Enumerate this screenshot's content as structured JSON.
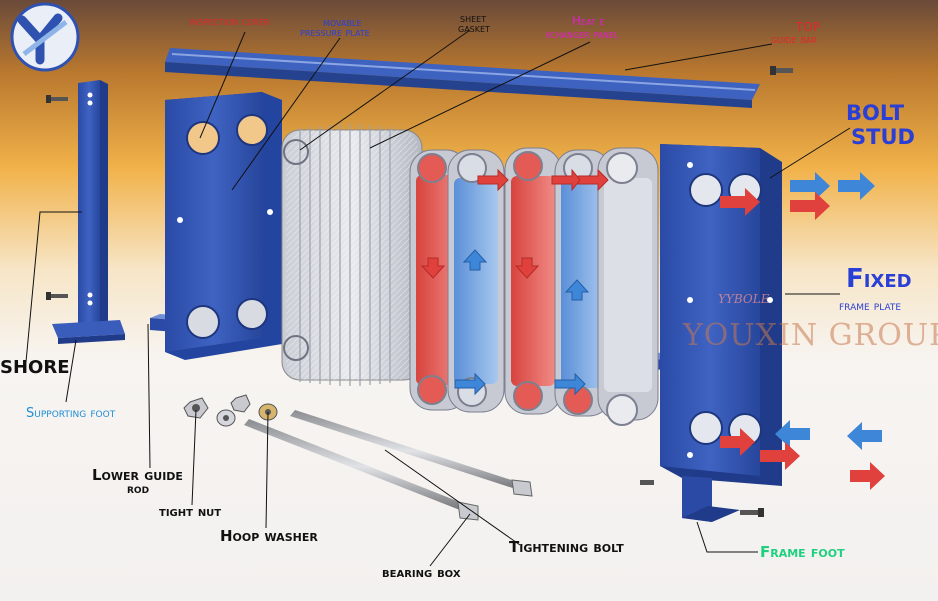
{
  "labels": {
    "inspection_cover": "inspection cover",
    "movable_line1": "movable",
    "movable_line2": "pressure plate",
    "sheet_line1": "sheet",
    "sheet_line2": "gasket",
    "heat_line1": "Heat e",
    "heat_line2": "xchanger panel",
    "top_line1": "TOP",
    "top_line2": "guide bar",
    "bolt_line1": "BOLT",
    "bolt_line2": "STUD",
    "fixed_line1": "Fixed",
    "fixed_line2": "frame plate",
    "shore": "SHORE",
    "supporting_foot": "Supporting foot",
    "lower_line1": "Lower guide",
    "lower_line2": "rod",
    "tight_nut": "tight nut",
    "hoop_washer": "Hoop washer",
    "bearing_box": "bearing box",
    "tightening_bolt": "Tightening bolt",
    "frame_foot": "Frame foot"
  },
  "watermark": {
    "company": "YOUXIN GROUP",
    "brand": "YYBOLE"
  },
  "colors": {
    "frame_blue": "#2f52b0",
    "hot_red": "#e23b35",
    "cold_blue": "#3b7fd4",
    "label_red": "#e3262b",
    "label_blue": "#2a3fd6",
    "label_magenta": "#e020c8",
    "label_cyan": "#1f8fd8",
    "label_green": "#1fd07f"
  }
}
